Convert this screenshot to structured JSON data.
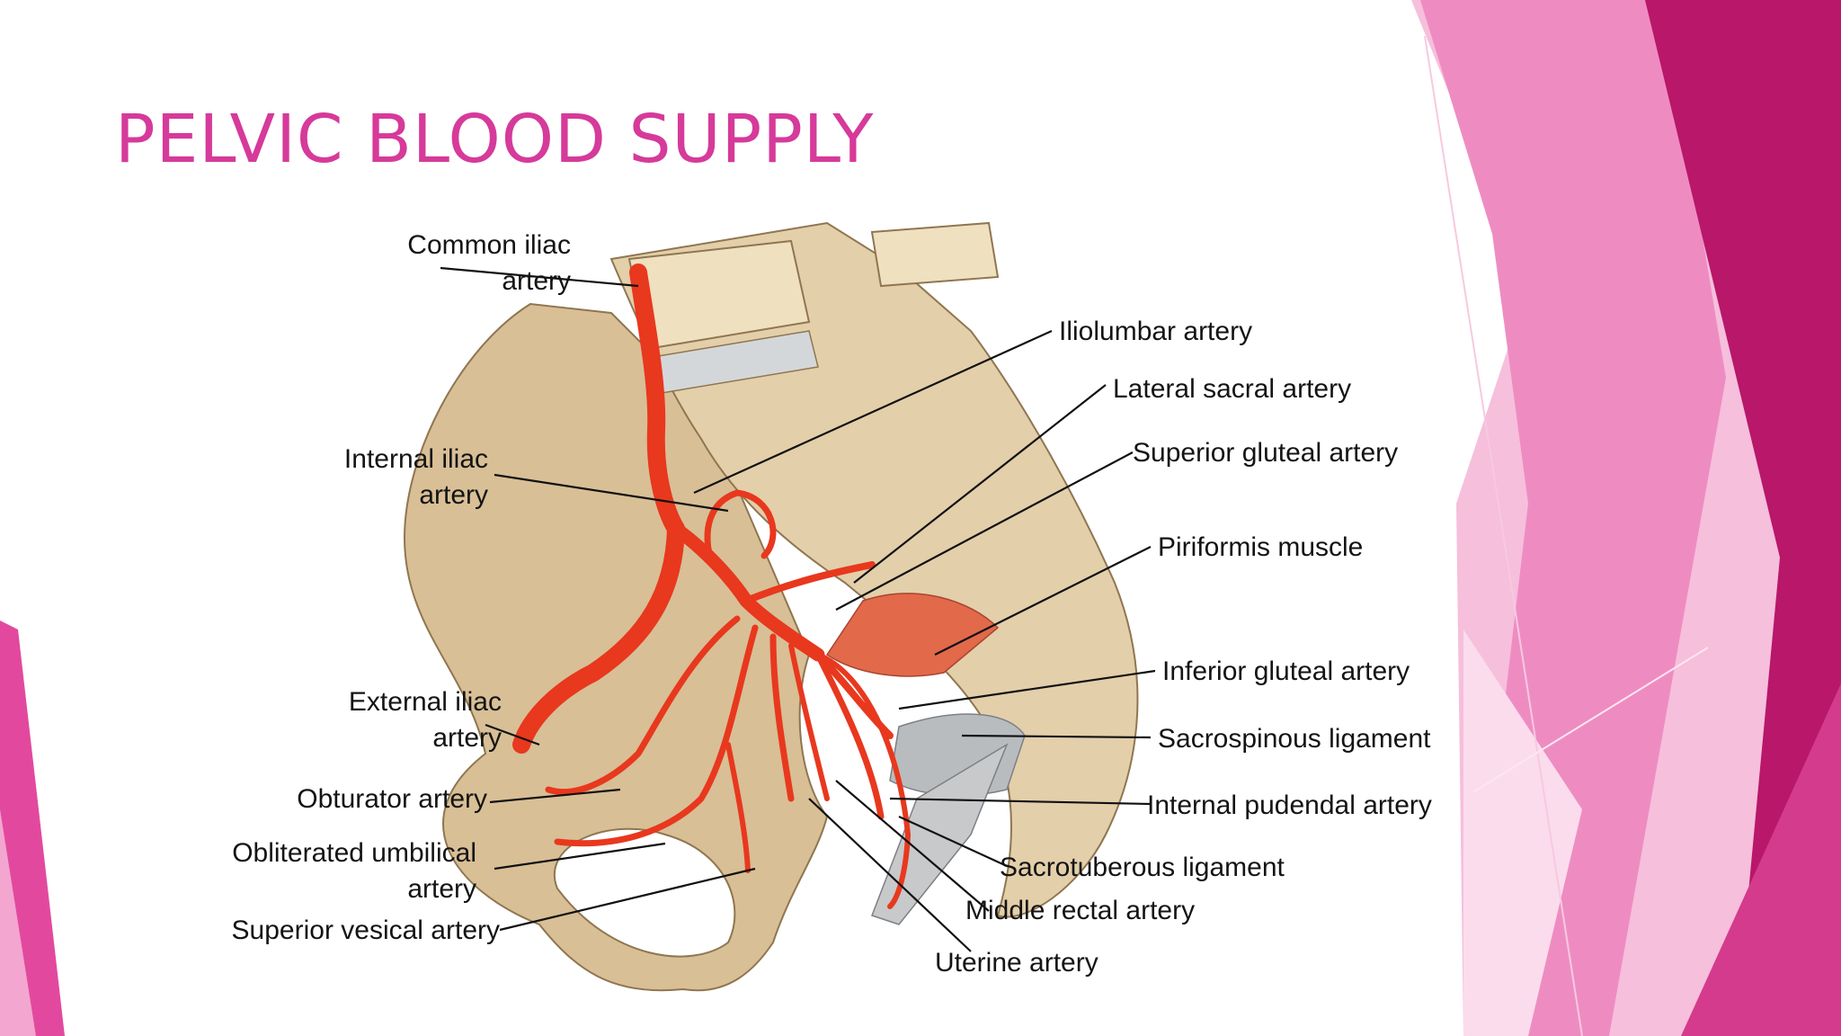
{
  "slide": {
    "title": "PELVIC BLOOD SUPPLY",
    "title_color": "#d63a9a",
    "accent_colors": [
      "#b0195f",
      "#e2499e",
      "#f08fc4",
      "#f9d4e8"
    ]
  },
  "diagram": {
    "colors": {
      "bone": "#d9c29a",
      "artery": "#e8381e",
      "muscle": "#e56a4a",
      "ligament": "#b9bcbf"
    },
    "labels": {
      "common_iliac_1": "Common iliac",
      "common_iliac_2": "artery",
      "iliolumbar": "Iliolumbar artery",
      "lateral_sacral": "Lateral sacral artery",
      "superior_gluteal": "Superior gluteal artery",
      "piriformis": "Piriformis muscle",
      "internal_iliac_1": "Internal iliac",
      "internal_iliac_2": "artery",
      "inferior_gluteal": "Inferior gluteal artery",
      "external_iliac_1": "External iliac",
      "external_iliac_2": "artery",
      "sacrospinous": "Sacrospinous ligament",
      "obturator": "Obturator artery",
      "internal_pudendal": "Internal pudendal artery",
      "obliterated_umbilical_1": "Obliterated umbilical",
      "obliterated_umbilical_2": "artery",
      "sacrotuberous": "Sacrotuberous ligament",
      "superior_vesical": "Superior vesical artery",
      "middle_rectal": "Middle rectal artery",
      "uterine": "Uterine artery"
    }
  }
}
